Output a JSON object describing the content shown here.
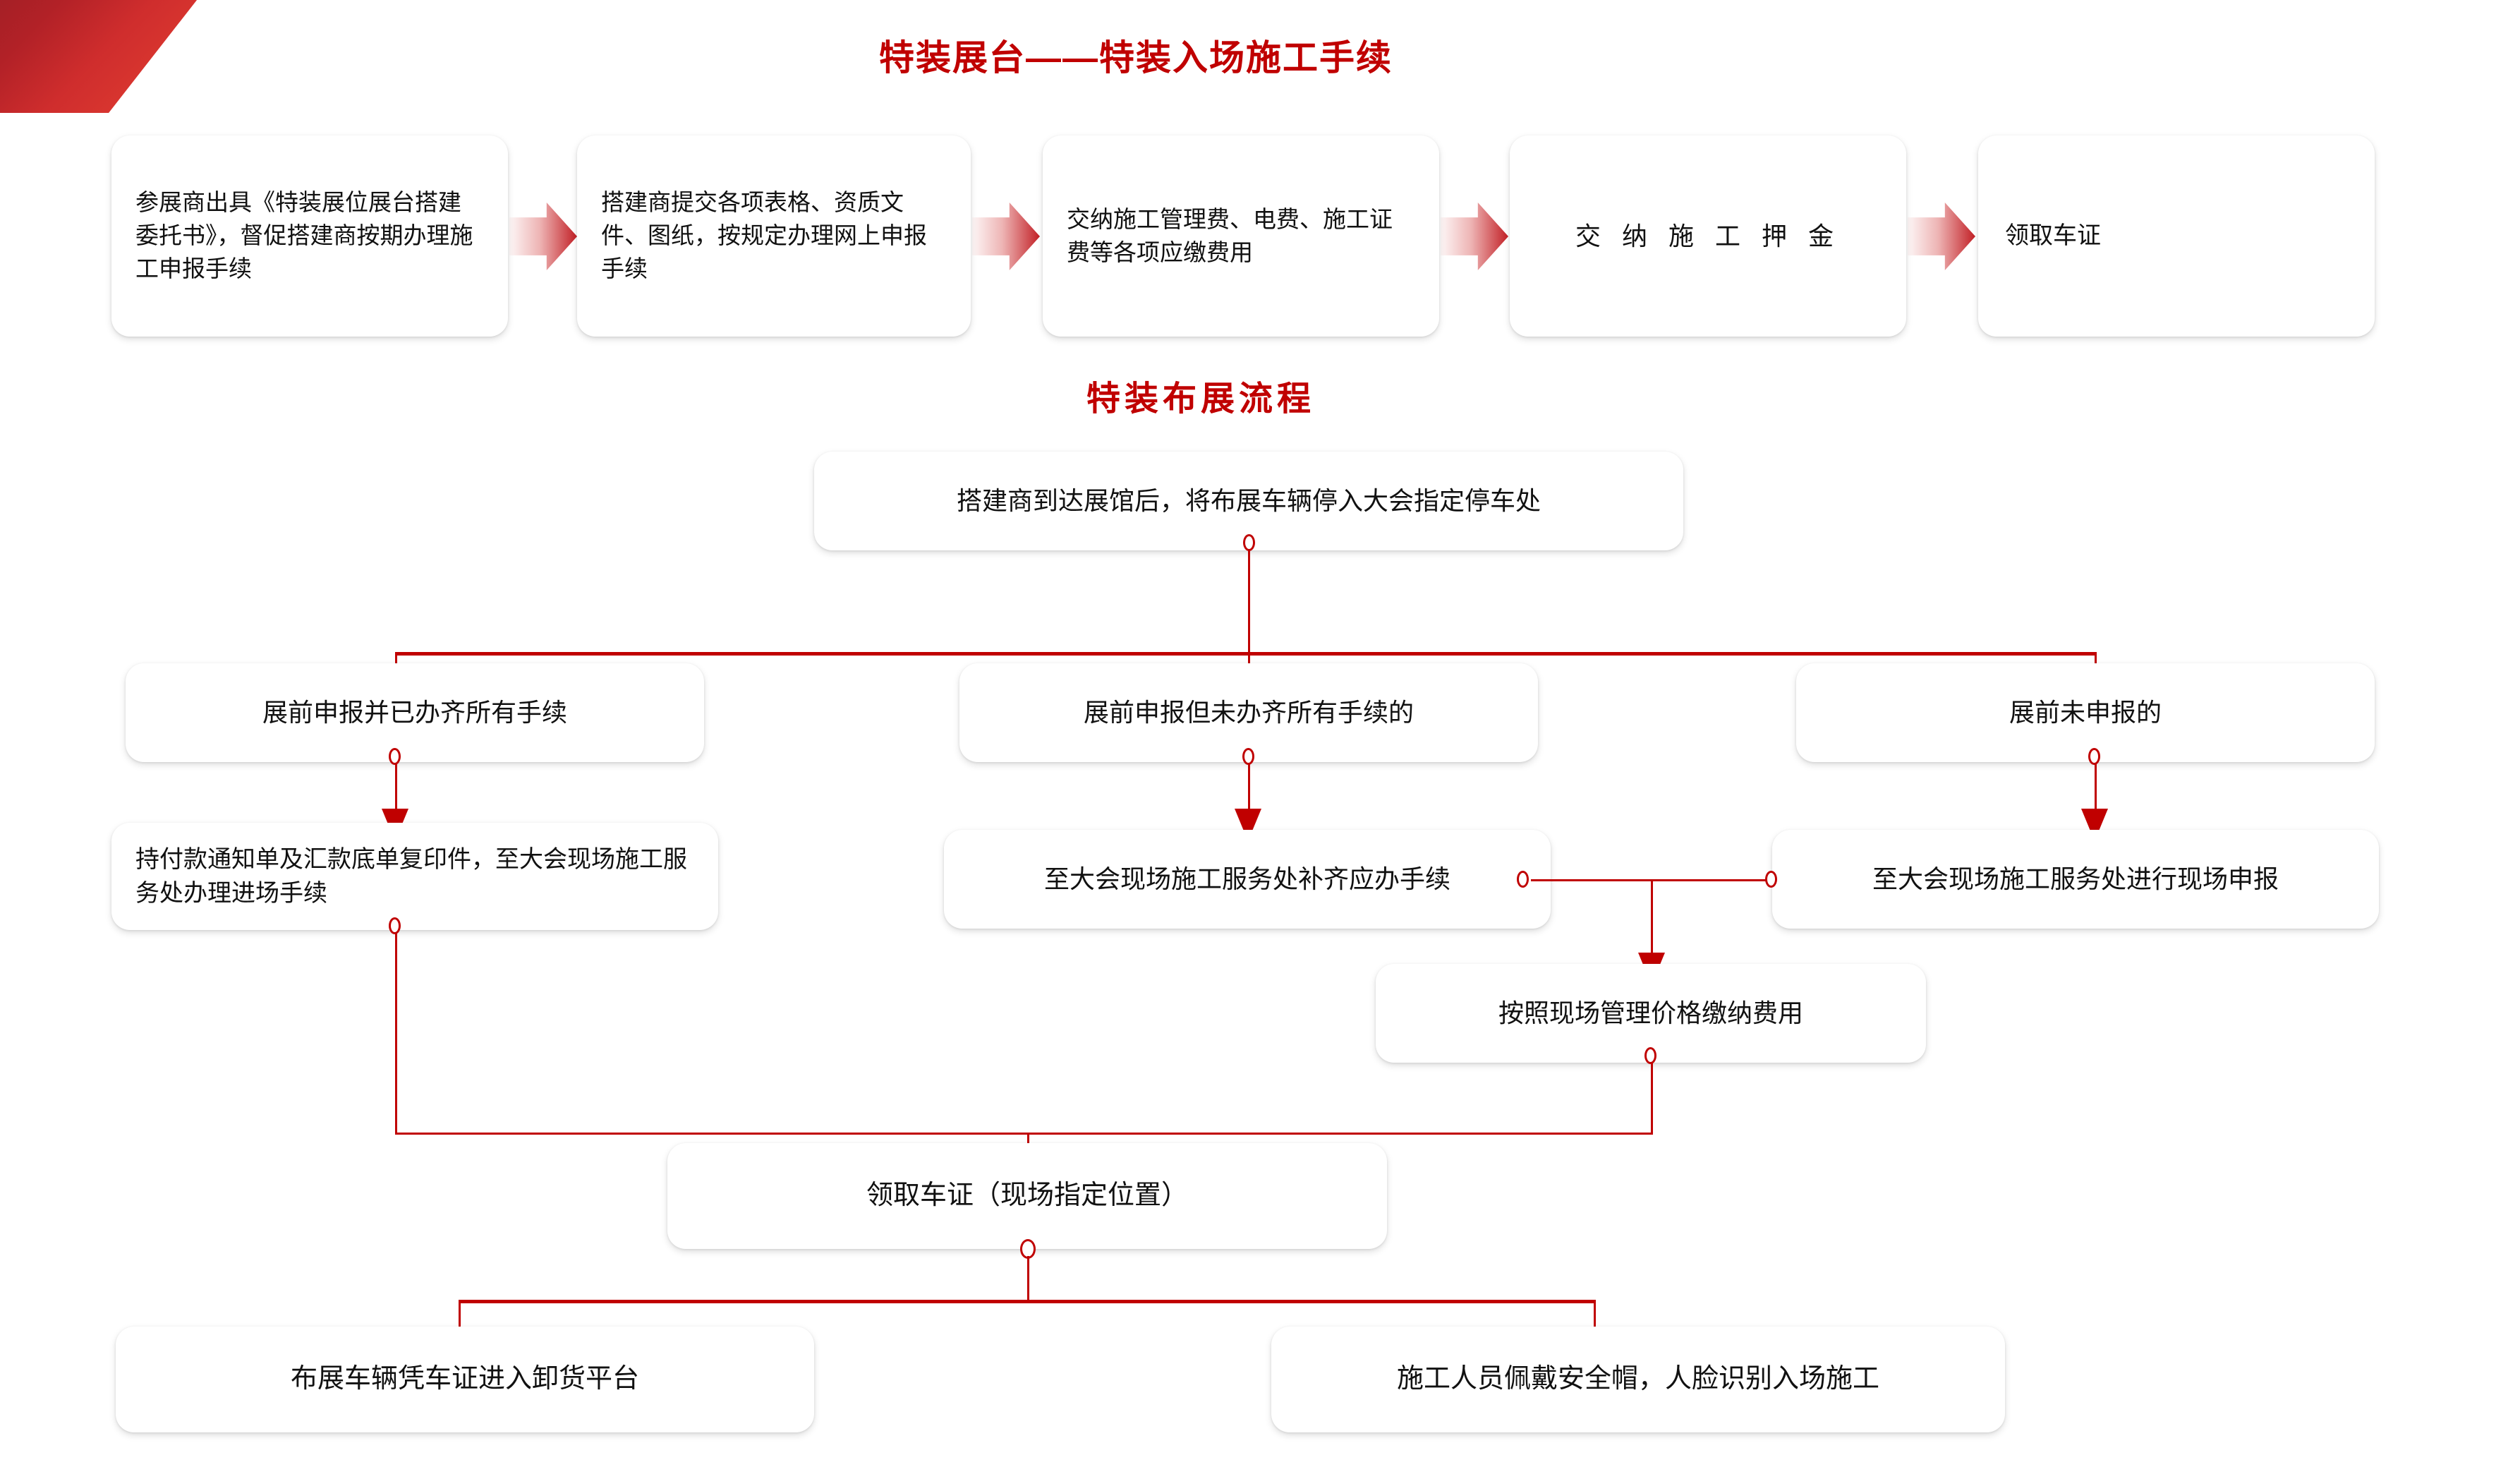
{
  "page": {
    "background": "#ffffff",
    "accent_red": "#c00000",
    "decor_red": "#b22127",
    "decor_gray": "#4d5a66"
  },
  "titles": {
    "main": "特装展台——特装入场施工手续",
    "sub": "特装布展流程"
  },
  "procedure_row": {
    "steps": [
      {
        "id": "step-1",
        "text": "参展商出具《特装展位展台搭建委托书》，督促搭建商按期办理施工申报手续"
      },
      {
        "id": "step-2",
        "text": "搭建商提交各项表格、资质文件、图纸，按规定办理网上申报手续"
      },
      {
        "id": "step-3",
        "text": "交纳施工管理费、电费、施工证费等各项应缴费用"
      },
      {
        "id": "step-4",
        "text": "交 纳 施 工 押 金"
      },
      {
        "id": "step-5",
        "text": "领取车证"
      }
    ],
    "arrow_icon": "chevron-right-icon"
  },
  "flow": {
    "start": {
      "id": "flow-start",
      "text": "搭建商到达展馆后，将布展车辆停入大会指定停车处"
    },
    "branches": [
      {
        "id": "branch-a",
        "text": "展前申报并已办齐所有手续"
      },
      {
        "id": "branch-b",
        "text": "展前申报但未办齐所有手续的"
      },
      {
        "id": "branch-c",
        "text": "展前未申报的"
      }
    ],
    "actions": [
      {
        "id": "action-a",
        "text": "持付款通知单及汇款底单复印件，至大会现场施工服务处办理进场手续"
      },
      {
        "id": "action-b",
        "text": "至大会现场施工服务处补齐应办手续"
      },
      {
        "id": "action-c",
        "text": "至大会现场施工服务处进行现场申报"
      }
    ],
    "merge_payment": {
      "id": "merge-payment",
      "text": "按照现场管理价格缴纳费用"
    },
    "pass": {
      "id": "pass-step",
      "text": "领取车证（现场指定位置）"
    },
    "outcomes": [
      {
        "id": "outcome-left",
        "text": "布展车辆凭车证进入卸货平台"
      },
      {
        "id": "outcome-right",
        "text": "施工人员佩戴安全帽，人脸识别入场施工"
      }
    ],
    "connector_icons": {
      "node": "connector-dot-icon",
      "arrow": "arrow-down-icon"
    }
  }
}
